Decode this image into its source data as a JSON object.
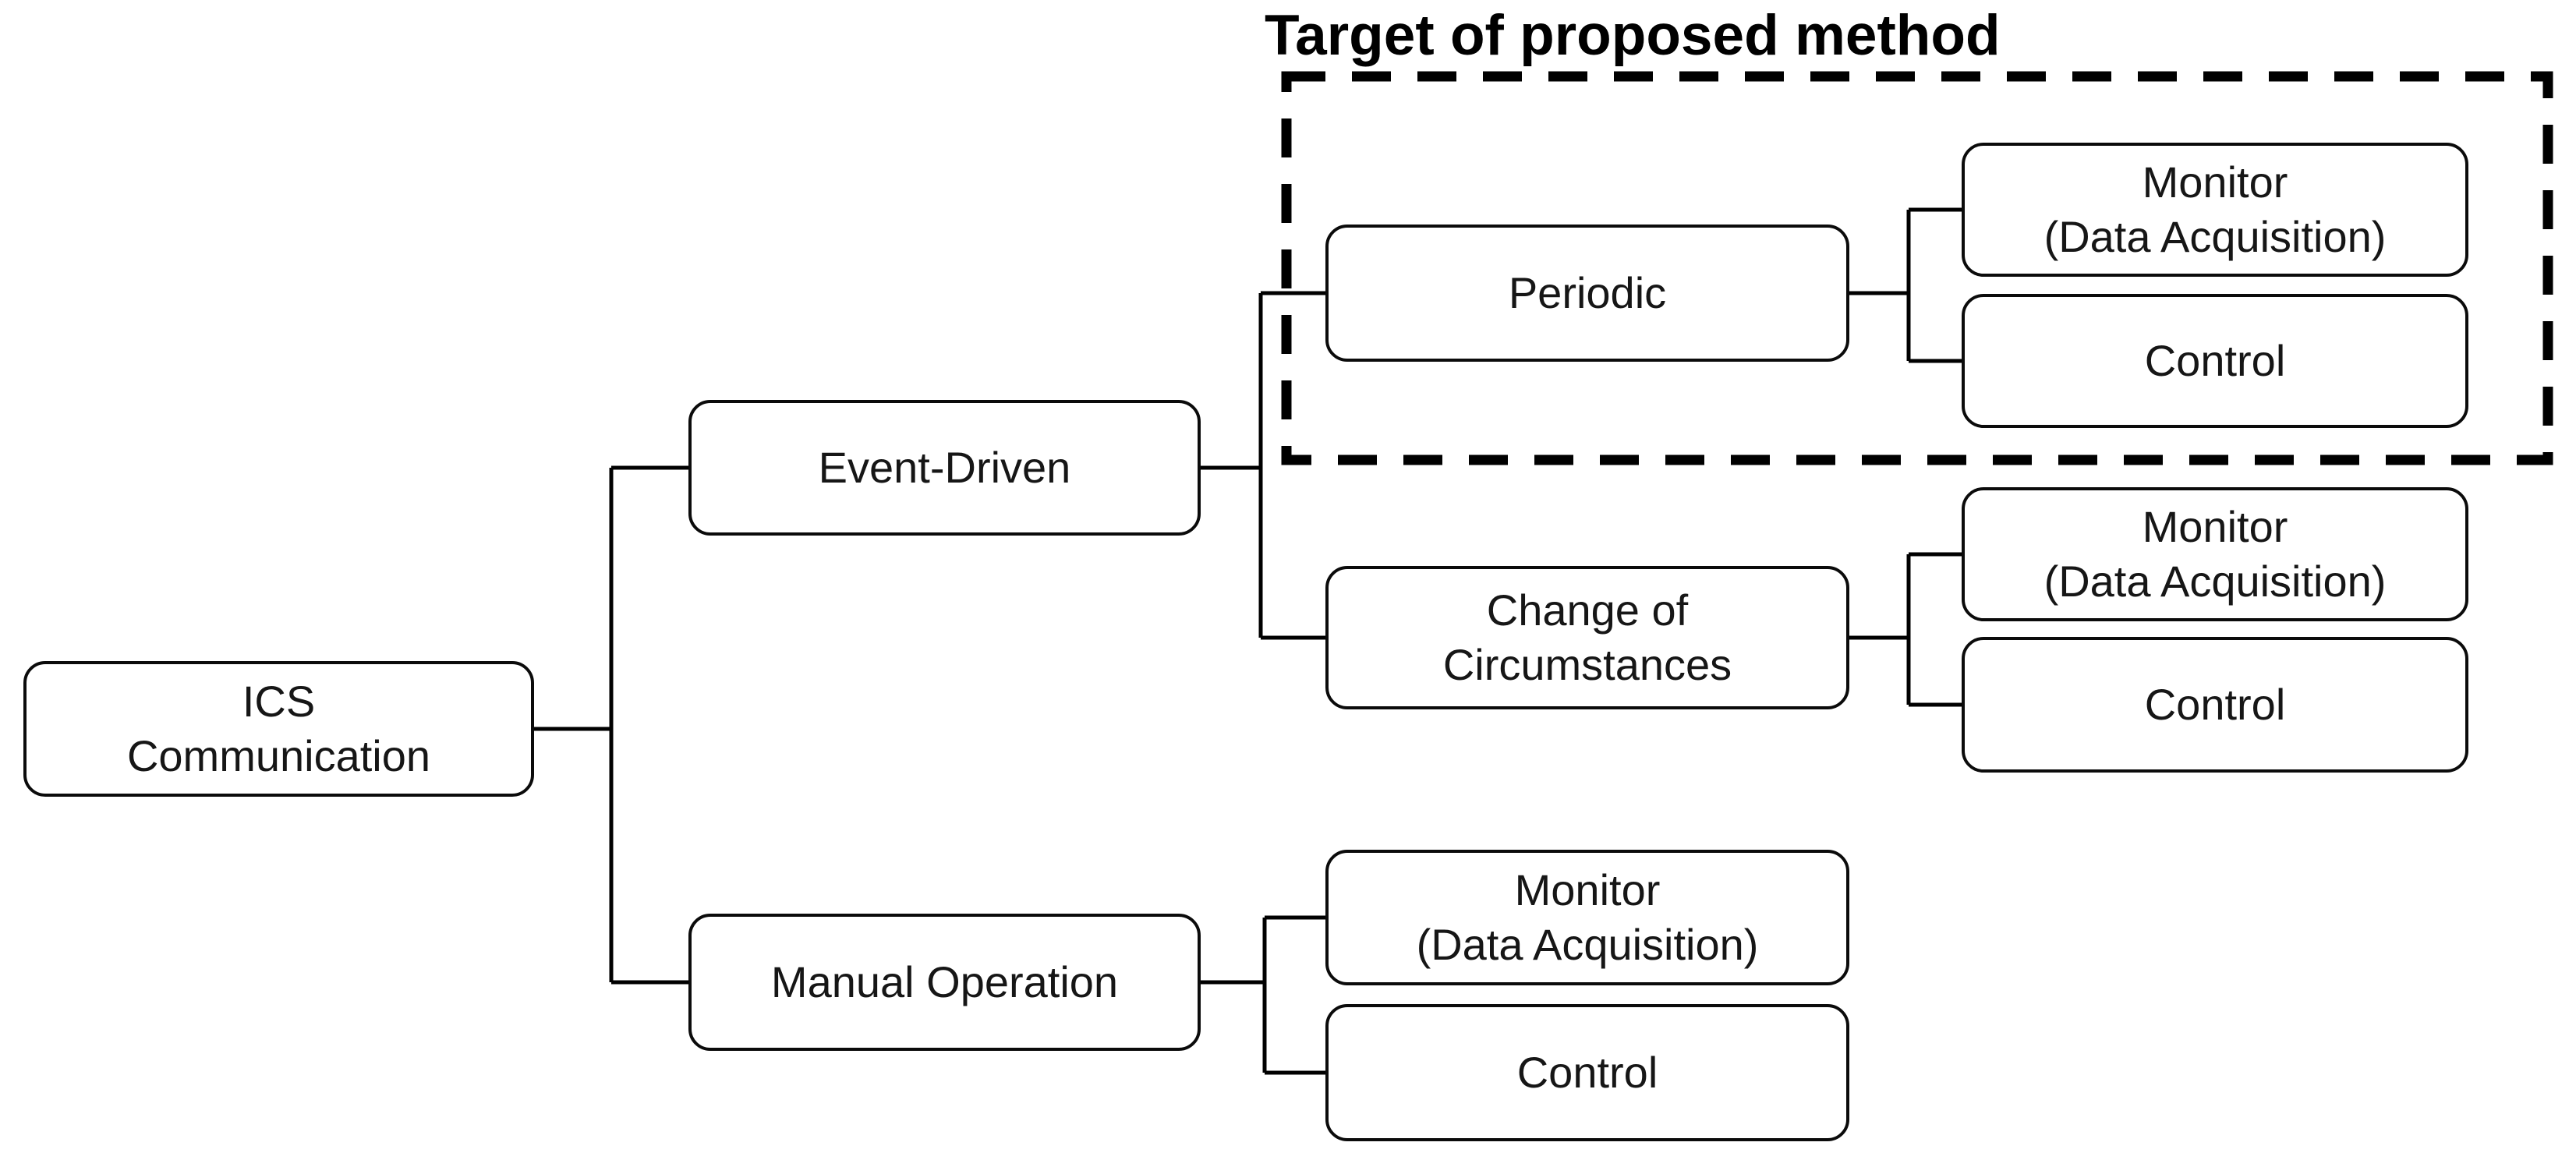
{
  "figure": {
    "annotation_title": "Target of proposed method",
    "colors": {
      "line": "#000000",
      "box_fill": "#ffffff",
      "text": "#000000"
    }
  },
  "tree": {
    "root": {
      "label": "ICS\nCommunication"
    },
    "event_driven": {
      "label": "Event-Driven"
    },
    "periodic": {
      "label": "Periodic"
    },
    "periodic_monitor": {
      "label": "Monitor\n(Data Acquisition)"
    },
    "periodic_control": {
      "label": "Control"
    },
    "change_of_circumstances": {
      "label": "Change of\nCircumstances"
    },
    "coc_monitor": {
      "label": "Monitor\n(Data Acquisition)"
    },
    "coc_control": {
      "label": "Control"
    },
    "manual_operation": {
      "label": "Manual Operation"
    },
    "manual_monitor": {
      "label": "Monitor\n(Data Acquisition)"
    },
    "manual_control": {
      "label": "Control"
    }
  }
}
